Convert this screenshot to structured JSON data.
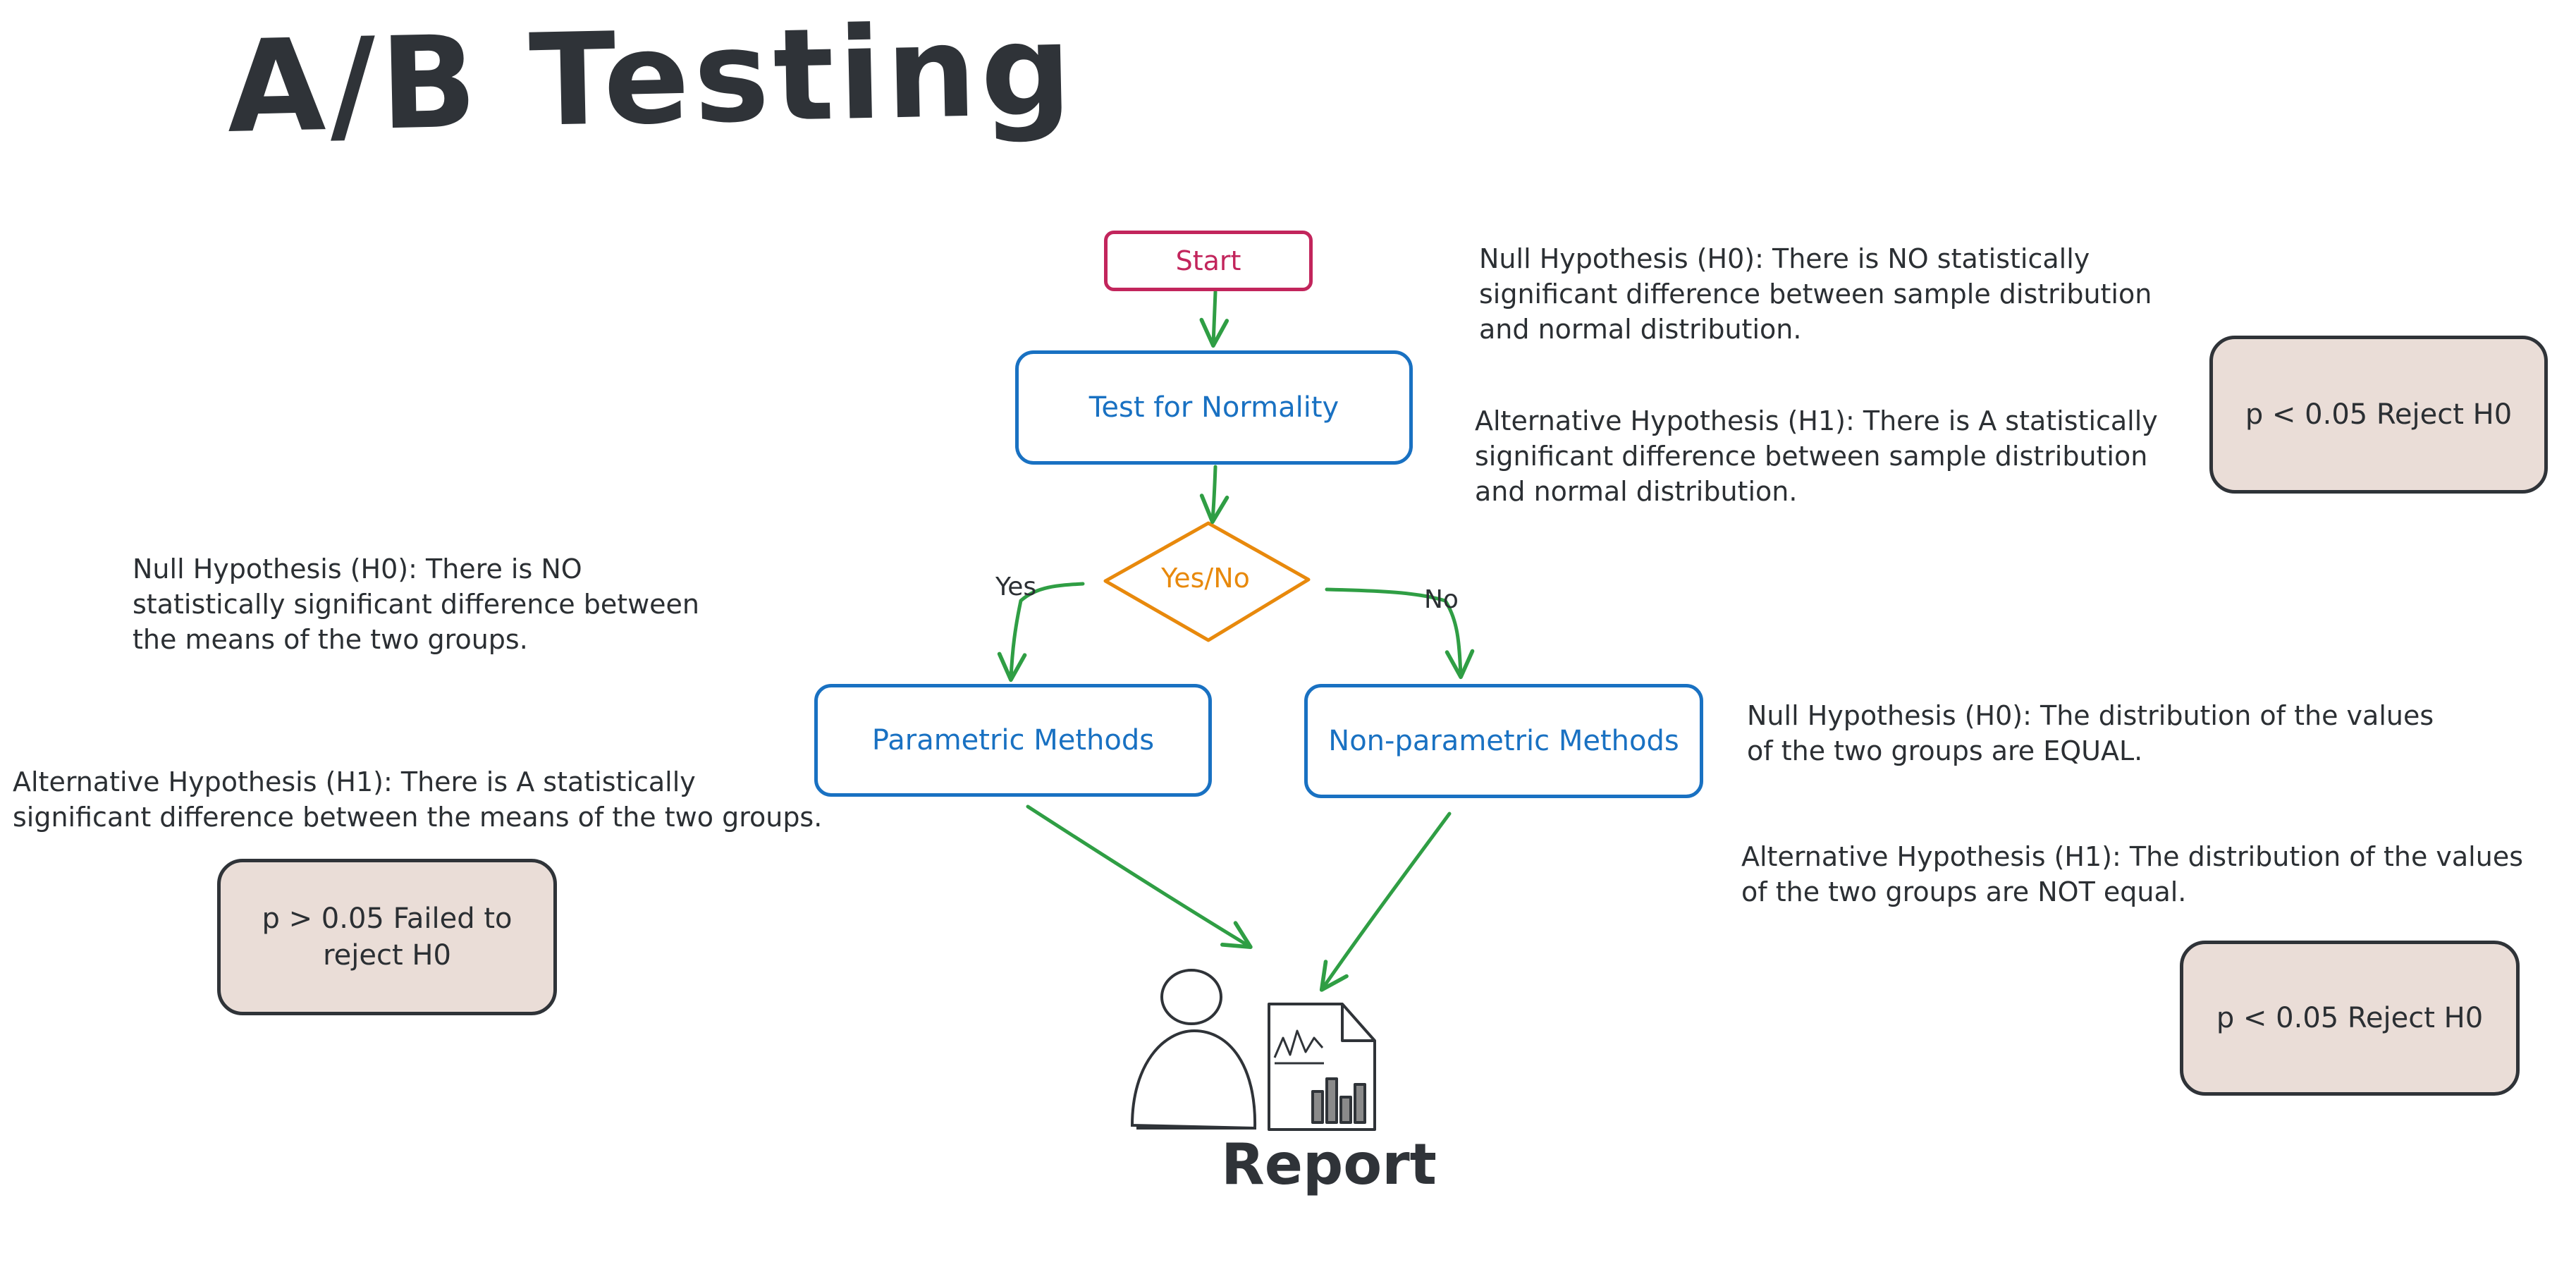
{
  "title": "A/B Testing",
  "flowchart": {
    "start": "Start",
    "normality_test": "Test for Normality",
    "decision": "Yes/No",
    "yes_label": "Yes",
    "no_label": "No",
    "parametric": "Parametric Methods",
    "non_parametric": "Non-parametric Methods",
    "report": "Report"
  },
  "notes": {
    "normality_h0": "Null Hypothesis (H0): There is NO statistically\nsignificant difference between sample distribution\nand normal distribution.",
    "normality_h1": "Alternative Hypothesis (H1): There is A statistically\nsignificant difference between sample distribution\nand normal distribution.",
    "normality_result": "p < 0.05 Reject H0",
    "parametric_h0": "Null Hypothesis (H0): There is NO\nstatistically significant difference between\nthe means of the two groups.",
    "parametric_h1": "Alternative Hypothesis (H1): There is A statistically\nsignificant difference between the means of the two groups.",
    "parametric_result": "p > 0.05 Failed to\nreject H0",
    "nonparametric_h0": "Null Hypothesis (H0): The distribution of the values\nof the two groups are EQUAL.",
    "nonparametric_h1": "Alternative Hypothesis (H1): The distribution of the values\nof the two groups are NOT equal.",
    "nonparametric_result": "p < 0.05 Reject H0"
  },
  "colors": {
    "start": "#c2255c",
    "process": "#1971c2",
    "decision": "#e8890c",
    "arrow": "#2f9e44",
    "text": "#2b2f33",
    "result_fill": "#eaddd7"
  },
  "icons": [
    "person-icon",
    "report-document-icon"
  ]
}
